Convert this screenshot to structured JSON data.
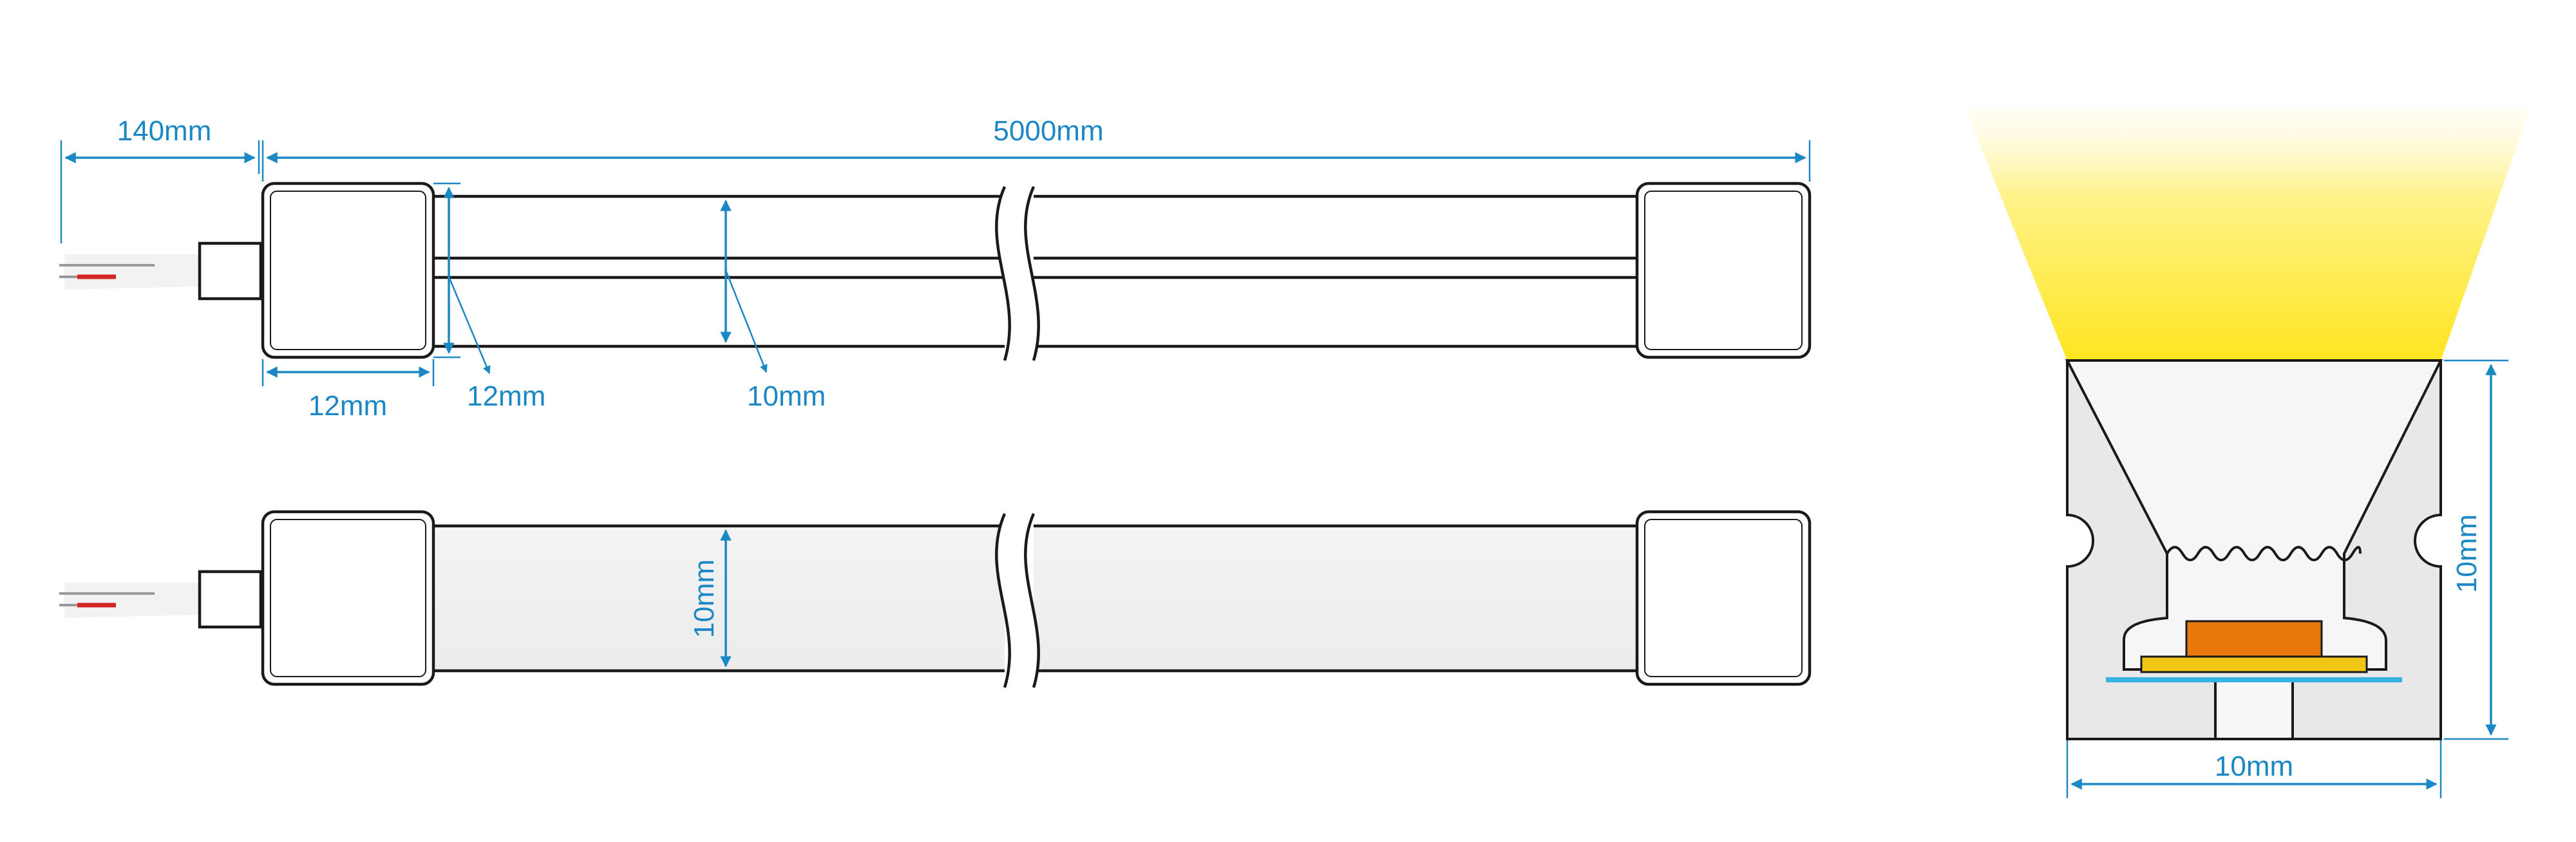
{
  "dimensions": {
    "lead_length": "140mm",
    "total_length": "5000mm",
    "end_cap_length": "12mm",
    "end_cap_height": "12mm",
    "tube_height": "10mm",
    "side_view_height": "10mm",
    "section_height": "10mm",
    "section_width": "10mm"
  },
  "colors": {
    "dimension_line": "#1b87c4",
    "outline": "#1a1a1a",
    "light_beam": "#ffe84a",
    "led_chip": "#e8780c",
    "pcb_strip": "#f2c614",
    "adhesive_base": "#37b5e0",
    "wire_red": "#d32626"
  }
}
